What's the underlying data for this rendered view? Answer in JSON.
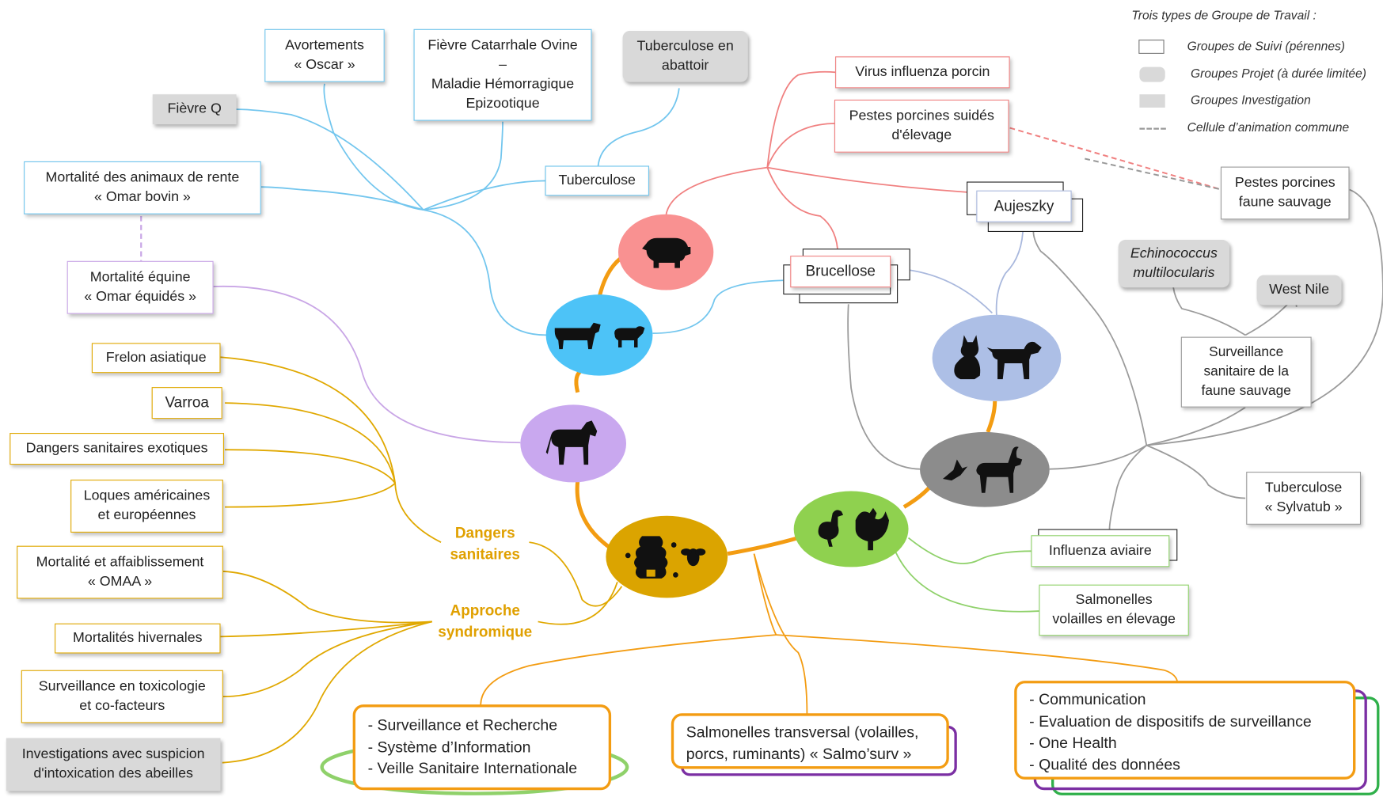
{
  "legend": {
    "title": "Trois types de Groupe de Travail :",
    "items": [
      {
        "label": "Groupes de Suivi (pérennes)",
        "symbol": "white-box"
      },
      {
        "label": "Groupes Projet (à durée limitée)",
        "symbol": "grey-rounded-box"
      },
      {
        "label": "Groupes Investigation",
        "symbol": "grey-box"
      },
      {
        "label": "Cellule d’animation commune",
        "symbol": "dashed-line"
      }
    ]
  },
  "hubs": {
    "porc": {
      "icon": "pig-icon",
      "color": "#f99191"
    },
    "ruminants": {
      "icon": "cow-sheep-icon",
      "color": "#4dc3f7"
    },
    "equides": {
      "icon": "horse-icon",
      "color": "#c9a8ef"
    },
    "abeilles": {
      "icon": "beehive-bee-icon",
      "color": "#dba400"
    },
    "volailles": {
      "icon": "duck-rooster-icon",
      "color": "#8fd14f"
    },
    "faune": {
      "icon": "bird-ibex-icon",
      "color": "#8c8c8c"
    },
    "carnivores": {
      "icon": "cat-dog-icon",
      "color": "#adbfe6"
    }
  },
  "nodes": {
    "avortements": "Avortements\n« Oscar »",
    "fco": "Fièvre Catarrhale Ovine\n–\nMaladie Hémorragique\nEpizootique",
    "tb_abattoir": "Tuberculose en\nabattoir",
    "fievre_q": "Fièvre Q",
    "omar_bovin": "Mortalité des animaux de rente\n« Omar bovin »",
    "tuberculose": "Tuberculose",
    "omar_equides": "Mortalité équine\n« Omar équidés »",
    "frelon": "Frelon asiatique",
    "varroa": "Varroa",
    "exotiques": "Dangers sanitaires exotiques",
    "loques": "Loques américaines\net européennes",
    "omaa": "Mortalité et affaiblissement\n« OMAA »",
    "hivernales": "Mortalités hivernales",
    "toxicologie": "Surveillance en toxicologie\net co-facteurs",
    "intoxication": "Investigations avec suspicion\nd'intoxication des abeilles",
    "virus_porcin": "Virus influenza porcin",
    "pestes_elevage": "Pestes porcines suidés\nd'élevage",
    "aujeszky": "Aujeszky",
    "brucellose": "Brucellose",
    "pestes_faune": "Pestes porcines\nfaune sauvage",
    "echinococcus": "Echinococcus\nmultilocularis",
    "west_nile": "West Nile",
    "surv_faune": "Surveillance\nsanitaire de la\nfaune sauvage",
    "sylvatub": "Tuberculose\n« Sylvatub »",
    "influenza_aviaire": "Influenza aviaire",
    "salmonelles_volailles": "Salmonelles\nvolailles en élevage",
    "dangers_sanitaires": "Dangers\nsanitaires",
    "approche_syndromique": "Approche\nsyndromique"
  },
  "bottom": {
    "left": [
      "- Surveillance et Recherche",
      "- Système d’Information",
      "- Veille Sanitaire Internationale"
    ],
    "middle": [
      "Salmonelles transversal (volailles,",
      "porcs, ruminants) « Salmo’surv »"
    ],
    "right": [
      "- Communication",
      "- Evaluation de dispositifs de surveillance",
      "- One Health",
      "- Qualité des données"
    ]
  }
}
